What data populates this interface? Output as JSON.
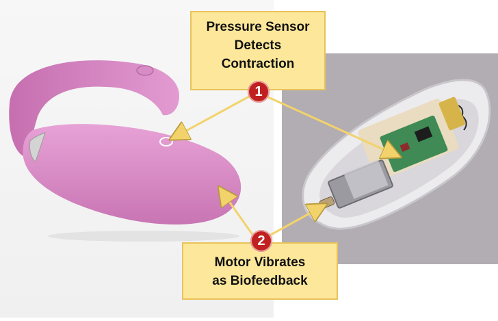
{
  "callouts": {
    "top": {
      "line1": "Pressure Sensor",
      "line2": "Detects",
      "line3": "Contraction"
    },
    "bottom": {
      "line1": "Motor Vibrates",
      "line2": "as Biofeedback"
    }
  },
  "badges": {
    "one": "1",
    "two": "2"
  },
  "colors": {
    "callout_fill": "#fde79a",
    "callout_border": "#e7c35a",
    "badge_red": "#c02020",
    "arrow_yellow": "#f2d36b",
    "device_pink": "#d98ac4"
  }
}
